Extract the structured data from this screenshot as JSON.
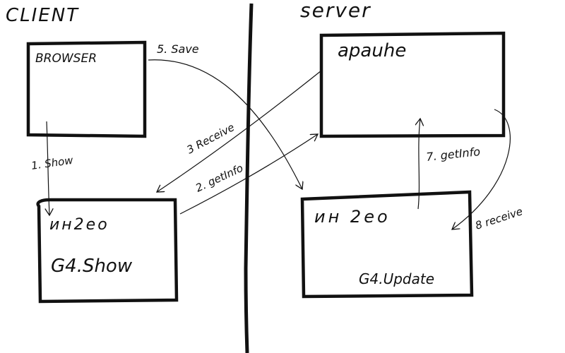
{
  "sections": {
    "client": "CLIENT",
    "server": "server"
  },
  "boxes": {
    "browser": "BROWSER",
    "apache": "apauhe",
    "client_info": "ин2ео",
    "client_info_note": "G4.Show",
    "server_info": "ин 2ео",
    "server_info_note": "G4.Update"
  },
  "arrows": {
    "show": "1. Show",
    "get_info_client": "2. getInfo",
    "receive_client": "3 Receive",
    "save": "5. Save",
    "get_info_server": "7. getInfo",
    "receive_server": "8 receive"
  },
  "colors": {
    "ink": "#111111",
    "paper": "#ffffff"
  }
}
